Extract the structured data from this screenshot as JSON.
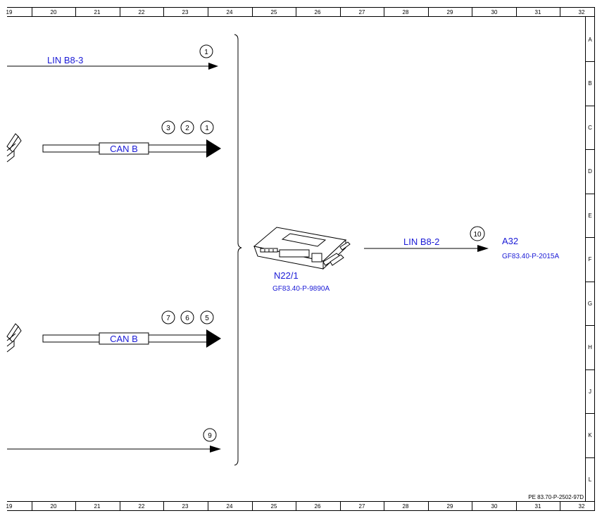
{
  "frame": {
    "columns": [
      "19",
      "20",
      "21",
      "22",
      "23",
      "24",
      "25",
      "26",
      "27",
      "28",
      "29",
      "30",
      "31",
      "32"
    ],
    "rows": [
      "A",
      "B",
      "C",
      "D",
      "E",
      "F",
      "G",
      "H",
      "J",
      "K",
      "L"
    ],
    "doc_id": "PE 83.70-P-2502-97D"
  },
  "lines": {
    "lin_b8_3": {
      "label": "LIN B8-3",
      "refs": [
        "1"
      ]
    },
    "can_b_top": {
      "label": "CAN B",
      "refs": [
        "3",
        "2",
        "1"
      ]
    },
    "can_b_bottom": {
      "label": "CAN B",
      "refs": [
        "7",
        "6",
        "5"
      ]
    },
    "bottom_line": {
      "refs": [
        "9"
      ]
    },
    "lin_b8_2": {
      "label": "LIN B8-2",
      "refs": [
        "10"
      ]
    }
  },
  "components": {
    "n22_1": {
      "name": "N22/1",
      "ref": "GF83.40-P-9890A"
    },
    "a32": {
      "name": "A32",
      "ref": "GF83.40-P-2015A"
    }
  },
  "colors": {
    "label_blue": "#1a1ad6",
    "line": "#000000"
  }
}
